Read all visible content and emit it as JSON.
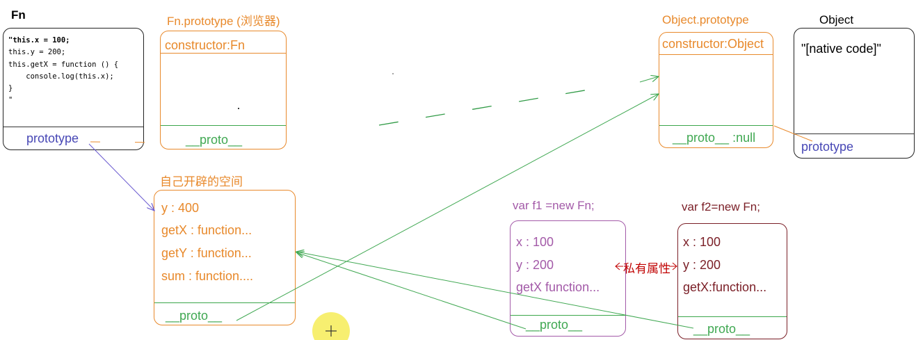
{
  "colors": {
    "fn_border": "#222222",
    "fn_proto_label": "#4747b5",
    "orange": "#e8892b",
    "orange_sep": "#3aa64a",
    "purple": "#a35aa8",
    "maroon": "#7a1e26",
    "green_arrow": "#40a852",
    "cursor_bg": "#f7ef70"
  },
  "fn": {
    "title": "Fn",
    "code_lines": [
      "\"this.x = 100;",
      "this.y = 200;",
      "this.getX = function () {",
      "    console.log(this.x);",
      "}",
      "\""
    ],
    "prototype_label": "prototype"
  },
  "fn_prototype": {
    "title": "Fn.prototype (浏览器)",
    "constructor": "constructor:Fn",
    "proto": "__proto__"
  },
  "object_prototype": {
    "title": "Object.prototype",
    "constructor": "constructor:Object",
    "proto": "__proto__ :null"
  },
  "object": {
    "title": "Object",
    "native_code": "\"[native code]\"",
    "prototype_label": "prototype"
  },
  "own_space": {
    "title": "自己开辟的空间",
    "items": [
      "y : 400",
      "getX : function...",
      "getY : function...",
      "sum : function...."
    ],
    "proto": "__proto__"
  },
  "f1": {
    "title": "var f1 =new Fn;",
    "items": [
      "x : 100",
      "y : 200",
      "getX function..."
    ],
    "proto": "__proto__"
  },
  "f2": {
    "title": "var f2=new Fn;",
    "items": [
      "x : 100",
      "y : 200",
      "getX:function..."
    ],
    "proto": "__proto__"
  },
  "private_label": "私有属性"
}
